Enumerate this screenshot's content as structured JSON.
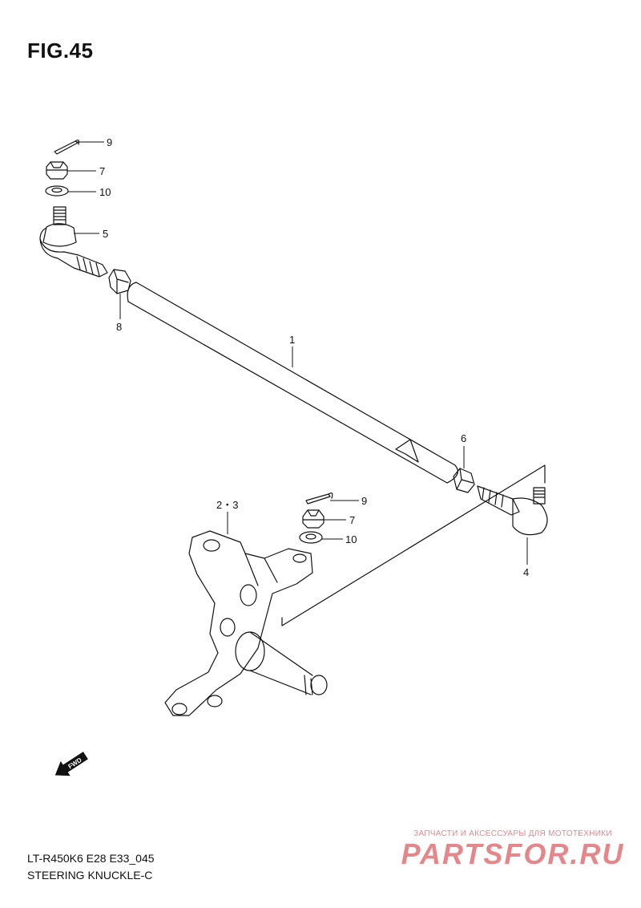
{
  "figure": {
    "title": "FIG.45"
  },
  "callouts": [
    {
      "id": "c9a",
      "label": "9"
    },
    {
      "id": "c7a",
      "label": "7"
    },
    {
      "id": "c10a",
      "label": "10"
    },
    {
      "id": "c5",
      "label": "5"
    },
    {
      "id": "c8",
      "label": "8"
    },
    {
      "id": "c1",
      "label": "1"
    },
    {
      "id": "c6",
      "label": "6"
    },
    {
      "id": "c23",
      "label": "2・3"
    },
    {
      "id": "c9b",
      "label": "9"
    },
    {
      "id": "c7b",
      "label": "7"
    },
    {
      "id": "c10b",
      "label": "10"
    },
    {
      "id": "c4",
      "label": "4"
    }
  ],
  "direction_marker": {
    "label": "FWD",
    "icon": "forward-arrow-icon"
  },
  "footer": {
    "model_code": "LT-R450K6 E28 E33_045",
    "section_name": "STEERING KNUCKLE-C"
  },
  "watermark": {
    "tagline": "ЗАПЧАСТИ И АКСЕССУАРЫ ДЛЯ МОТОТЕХНИКИ",
    "brand": "PARTSFOR.RU",
    "color": "#e3878b"
  }
}
